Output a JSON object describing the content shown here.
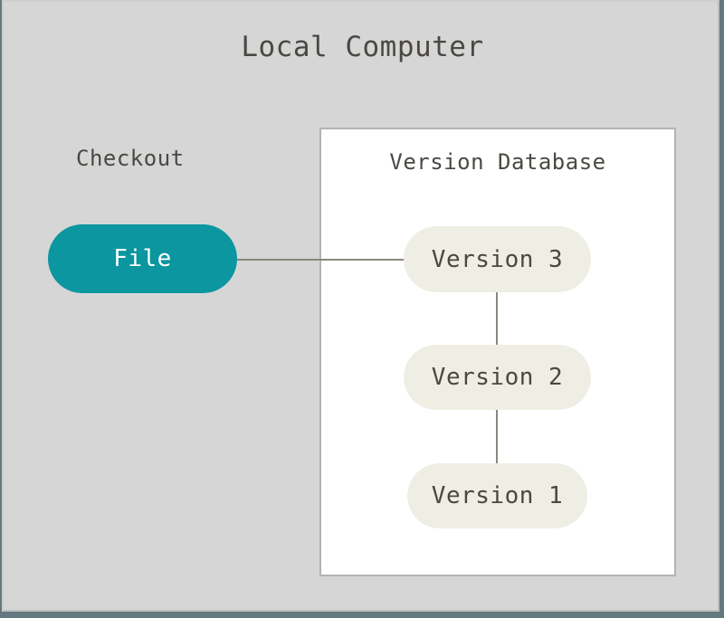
{
  "diagram": {
    "title": "Local Computer",
    "colors": {
      "frame": "#64787f",
      "canvas_background": "#d6d6d6",
      "panel_background": "#ffffff",
      "panel_border": "#b3b3b3",
      "checkout_node": "#0b96a0",
      "version_node": "#efeee4",
      "text": "#4b4843",
      "connector": "#8a8780"
    },
    "groups": [
      {
        "name": "checkout",
        "label": "Checkout",
        "nodes": [
          {
            "id": "file",
            "label": "File"
          }
        ]
      },
      {
        "name": "version-database",
        "label": "Version Database",
        "nodes": [
          {
            "id": "version3",
            "label": "Version 3"
          },
          {
            "id": "version2",
            "label": "Version 2"
          },
          {
            "id": "version1",
            "label": "Version 1"
          }
        ]
      }
    ],
    "connections": [
      {
        "from": "file",
        "to": "version3"
      },
      {
        "from": "version3",
        "to": "version2"
      },
      {
        "from": "version2",
        "to": "version1"
      }
    ]
  }
}
